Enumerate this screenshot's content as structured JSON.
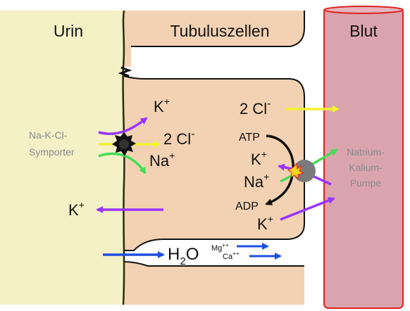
{
  "regions": {
    "urine": "Urin",
    "cells": "Tubuluszellen",
    "blood": "Blut"
  },
  "symporter": {
    "name_line1": "Na-K-Cl-",
    "name_line2": "Symporter",
    "k_in_base": "K",
    "k_in_sup": "+",
    "cl_base": "2 Cl",
    "cl_sup": "-",
    "na_base": "Na",
    "na_sup": "+"
  },
  "pump": {
    "name_line1": "Natrium-",
    "name_line2": "Kalium-",
    "name_line3": "Pumpe",
    "atp": "ATP",
    "adp": "ADP",
    "k_base": "K",
    "k_sup": "+",
    "na_base": "Na",
    "na_sup": "+"
  },
  "chloride_blood": {
    "base": "2 Cl",
    "sup": "-"
  },
  "k_to_urine": {
    "base": "K",
    "sup": "+"
  },
  "k_from_blood": {
    "base": "K",
    "sup": "+"
  },
  "paracellular": {
    "water_h": "H",
    "water_2": "2",
    "water_o": "O",
    "mg": "Mg",
    "mg_sup": "++",
    "ca": "Ca",
    "ca_sup": "++"
  },
  "colors": {
    "urine_fill": "#f4f1c6",
    "cell_fill": "#f3d2b3",
    "blood_fill": "#d9a4ad",
    "blood_border": "#e02020",
    "potassium_arrow": "#9933ff",
    "chloride_arrow": "#ffff33",
    "sodium_arrow": "#44dd55",
    "water_arrow": "#1f4fe0"
  }
}
